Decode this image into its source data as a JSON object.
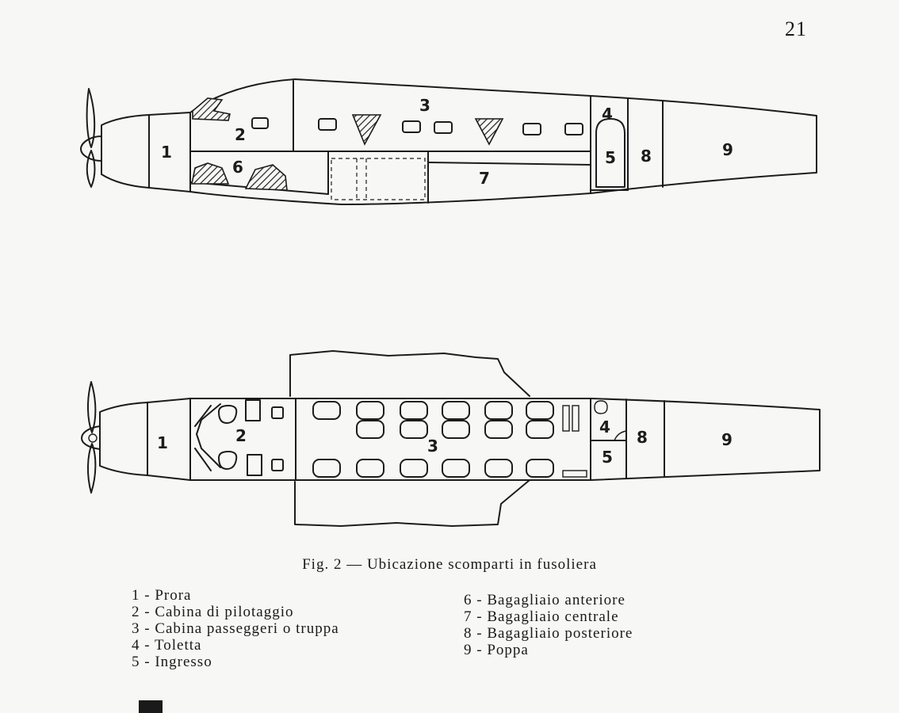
{
  "page_number": "21",
  "caption": "Fig. 2 — Ubicazione scomparti in fusoliera",
  "diagram_labels": {
    "c1": "1",
    "c2": "2",
    "c3": "3",
    "c4": "4",
    "c5": "5",
    "c6": "6",
    "c7": "7",
    "c8": "8",
    "c9": "9"
  },
  "legend": {
    "left": [
      "1 - Prora",
      "2 - Cabina di pilotaggio",
      "3 - Cabina passeggeri o truppa",
      "4 - Toletta",
      "5 - Ingresso"
    ],
    "right": [
      "6 - Bagagliaio anteriore",
      "7 - Bagagliaio centrale",
      "8 - Bagagliaio posteriore",
      "9 - Poppa"
    ]
  }
}
